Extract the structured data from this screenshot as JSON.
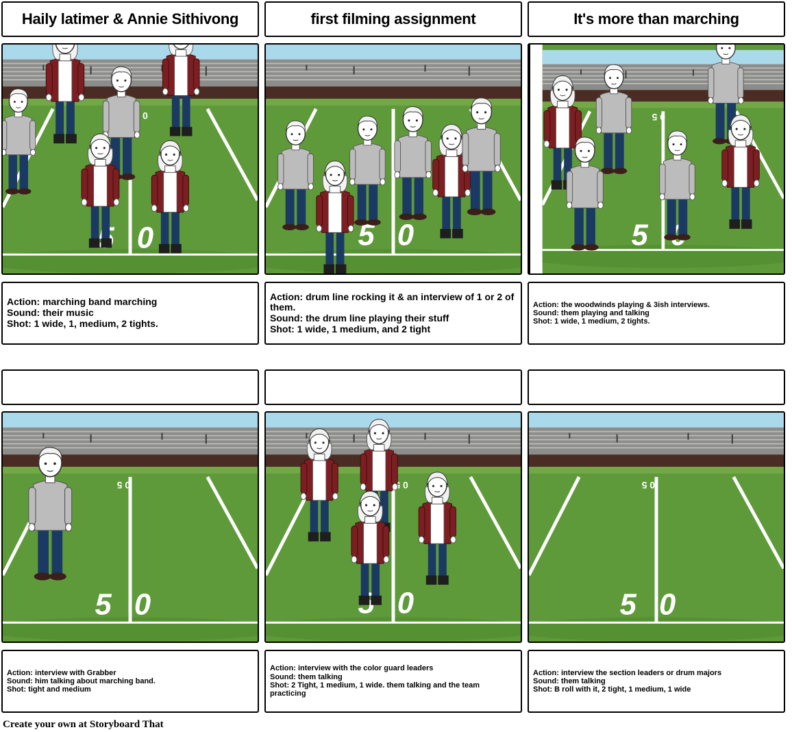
{
  "panels": [
    {
      "title": "Haily latimer & Annie Sithivong",
      "lines": [
        "Action: marching band marching",
        "Sound: their music",
        "Shot: 1 wide, 1, medium, 2 tights."
      ]
    },
    {
      "title": "first filming assignment",
      "lines": [
        "Action: drum line rocking it & an interview of 1 or 2 of them.",
        "Sound: the drum line playing their stuff",
        "Shot:  1 wide, 1 medium, and 2 tight"
      ]
    },
    {
      "title": "It's more than marching",
      "lines": [
        "Action: the woodwinds playing & 3ish interviews.",
        "Sound: them playing and talking",
        "Shot: 1 wide, 1 medium, 2 tights."
      ]
    },
    {
      "title": "",
      "lines": [
        "Action:  interview with Grabber",
        "Sound: him talking about marching band.",
        "Shot: tight and medium"
      ]
    },
    {
      "title": "",
      "lines": [
        "Action:  interview with the color guard leaders",
        "Sound: them talking",
        "Shot: 2 Tight, 1 medium, 1 wide. them talking and  the team practicing"
      ]
    },
    {
      "title": "",
      "lines": [
        "Action: interview the section leaders or drum majors",
        "Sound: them talking",
        "Shot: B roll with it, 2 tight, 1 medium, 1 wide"
      ]
    }
  ],
  "field": {
    "yard_number_left": "5",
    "yard_number_right": "0",
    "far_numbers": "0 5"
  },
  "footer": "Create your own at Storyboard That",
  "colors": {
    "sky": "#a9d9ea",
    "grass": "#5f9a3a",
    "stands": "#7a7a78",
    "wall": "#4a2c24",
    "lines": "#ffffff",
    "hoodie": "#7d1f22",
    "sweater": "#bcbcbc",
    "jeans": "#1b3a63"
  }
}
